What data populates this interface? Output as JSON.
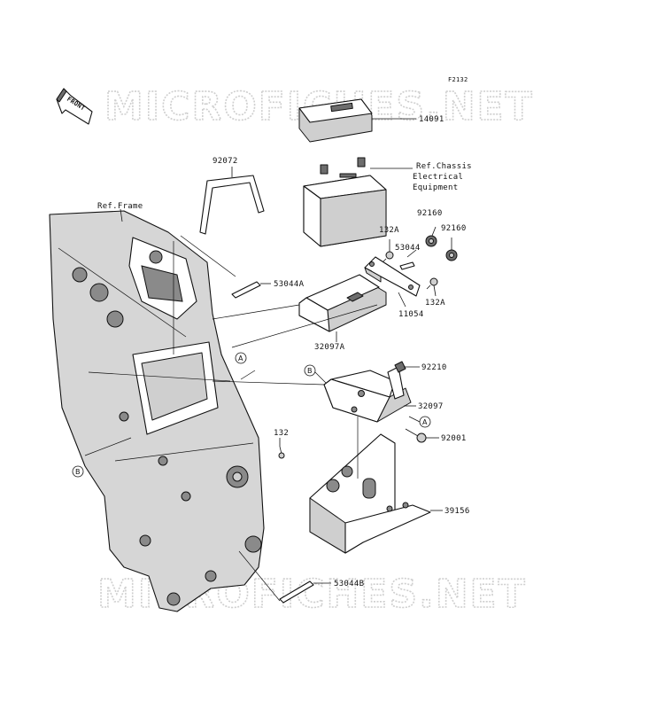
{
  "figure_code": "F2132",
  "front_marker": "FRONT",
  "watermark": "MICROFICHES.NET",
  "part_labels": {
    "p14091": "14091",
    "ref_chassis_1": "Ref.Chassis",
    "ref_chassis_2": "Electrical",
    "ref_chassis_3": "Equipment",
    "p92072": "92072",
    "ref_frame": "Ref.Frame",
    "p92160a": "92160",
    "p92160b": "92160",
    "p132a_top": "132A",
    "p53044": "53044",
    "p53044a": "53044A",
    "p132a_bottom": "132A",
    "p11054": "11054",
    "p32097a": "32097A",
    "p92210": "92210",
    "p32097": "32097",
    "p132": "132",
    "p92001": "92001",
    "p39156": "39156",
    "p53044b": "53044B"
  },
  "callouts": {
    "a_frame": "A",
    "a_bracket": "A",
    "b_bracket": "B",
    "b_frame": "B"
  }
}
